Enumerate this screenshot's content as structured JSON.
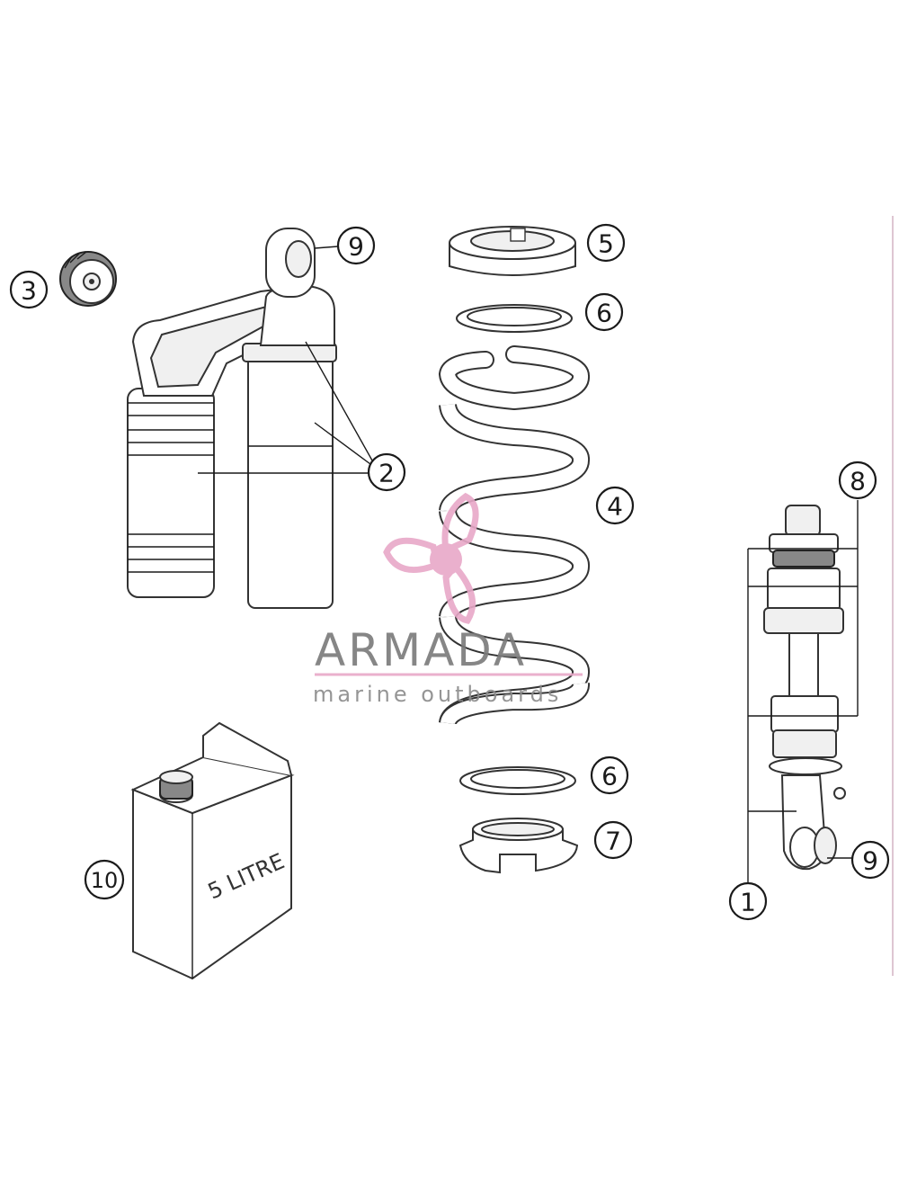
{
  "callouts": {
    "c1": "1",
    "c2": "2",
    "c3": "3",
    "c4": "4",
    "c5": "5",
    "c6a": "6",
    "c6b": "6",
    "c7": "7",
    "c8": "8",
    "c9a": "9",
    "c9b": "9",
    "c10": "10"
  },
  "canister_label": "5 LITRE",
  "watermark": {
    "brand": "ARMADA",
    "tagline": "marine outboards",
    "accent_color": "#e8a8c8",
    "text_color": "#7a7a7a"
  },
  "icons": {
    "watermark_logo": "propeller-icon"
  }
}
